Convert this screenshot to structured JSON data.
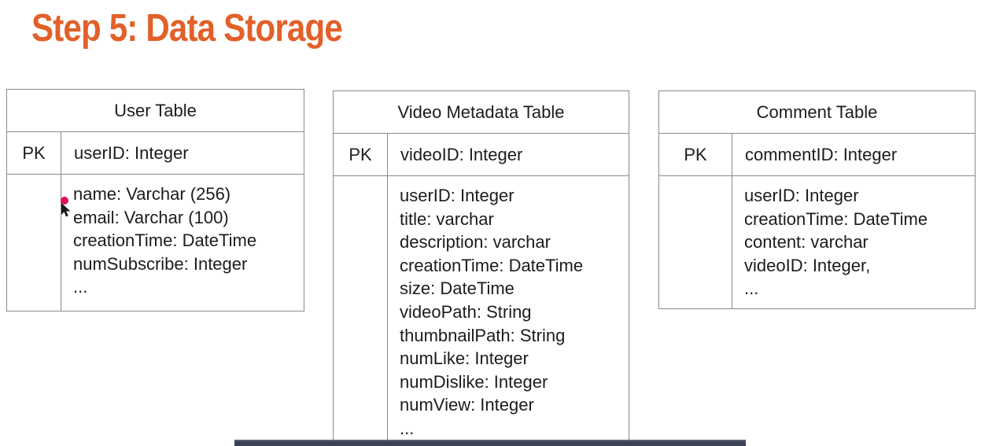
{
  "slide": {
    "title": "Step 5: Data Storage",
    "title_color": "#E2602A"
  },
  "tables": [
    {
      "title": "User Table",
      "pk_label": "PK",
      "pk_field": "userID: Integer",
      "fields": [
        "name: Varchar (256)",
        "email: Varchar (100)",
        "creationTime: DateTime",
        "numSubscribe: Integer",
        "..."
      ]
    },
    {
      "title": "Video Metadata Table",
      "pk_label": "PK",
      "pk_field": "videoID: Integer",
      "fields": [
        "userID: Integer",
        "title: varchar",
        "description: varchar",
        "creationTime: DateTime",
        "size: DateTime",
        "videoPath: String",
        "thumbnailPath: String",
        "numLike: Integer",
        "numDislike: Integer",
        "numView: Integer",
        "..."
      ]
    },
    {
      "title": "Comment Table",
      "pk_label": "PK",
      "pk_field": "commentID: Integer",
      "fields": [
        "userID: Integer",
        "creationTime: DateTime",
        "content: varchar",
        "videoID: Integer,",
        "..."
      ]
    }
  ],
  "cursor": {
    "type": "arrow-pointer-with-red-dot",
    "dot_color": "#E0134F",
    "arrow_color": "#1a1a1a"
  },
  "decor": {
    "bottom_bar_color": "#3D4156",
    "table_border_color": "#8a8a8a"
  }
}
